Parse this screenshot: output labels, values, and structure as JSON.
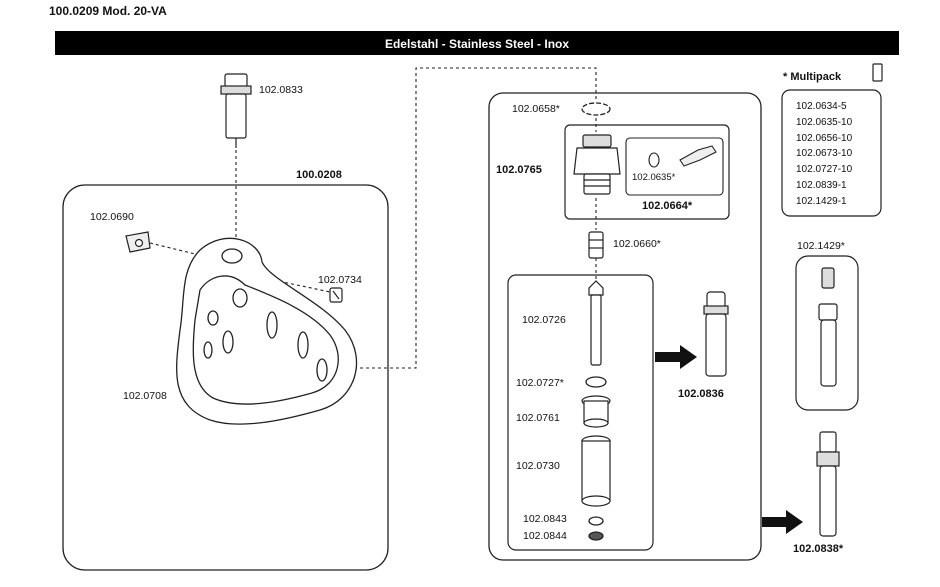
{
  "document": {
    "title": "100.0209 Mod. 20-VA",
    "banner": "Edelstahl - Stainless Steel - Inox"
  },
  "left_group": {
    "group_number": "100.0208",
    "parts": {
      "top_stem": "102.0833",
      "clip": "102.0690",
      "screw": "102.0734",
      "bowl": "102.0708"
    }
  },
  "center_group": {
    "parts": {
      "oring_top": "102.0658*",
      "valve_body": "102.0765",
      "inner_small": "102.0635*",
      "valve_assembly": "102.0664*",
      "nozzle": "102.0660*",
      "stem": "102.0726",
      "washer": "102.0727*",
      "sleeve": "102.0761",
      "tube": "102.0730",
      "washer_small_1": "102.0843",
      "washer_small_2": "102.0844",
      "cartridge": "102.0836"
    }
  },
  "multipack": {
    "heading": "* Multipack",
    "items": [
      "102.0634-5",
      "102.0635-10",
      "102.0656-10",
      "102.0673-10",
      "102.0727-10",
      "102.0839-1",
      "102.1429-1"
    ]
  },
  "right_parts": {
    "kit": "102.1429*",
    "assembly": "102.0838*"
  }
}
